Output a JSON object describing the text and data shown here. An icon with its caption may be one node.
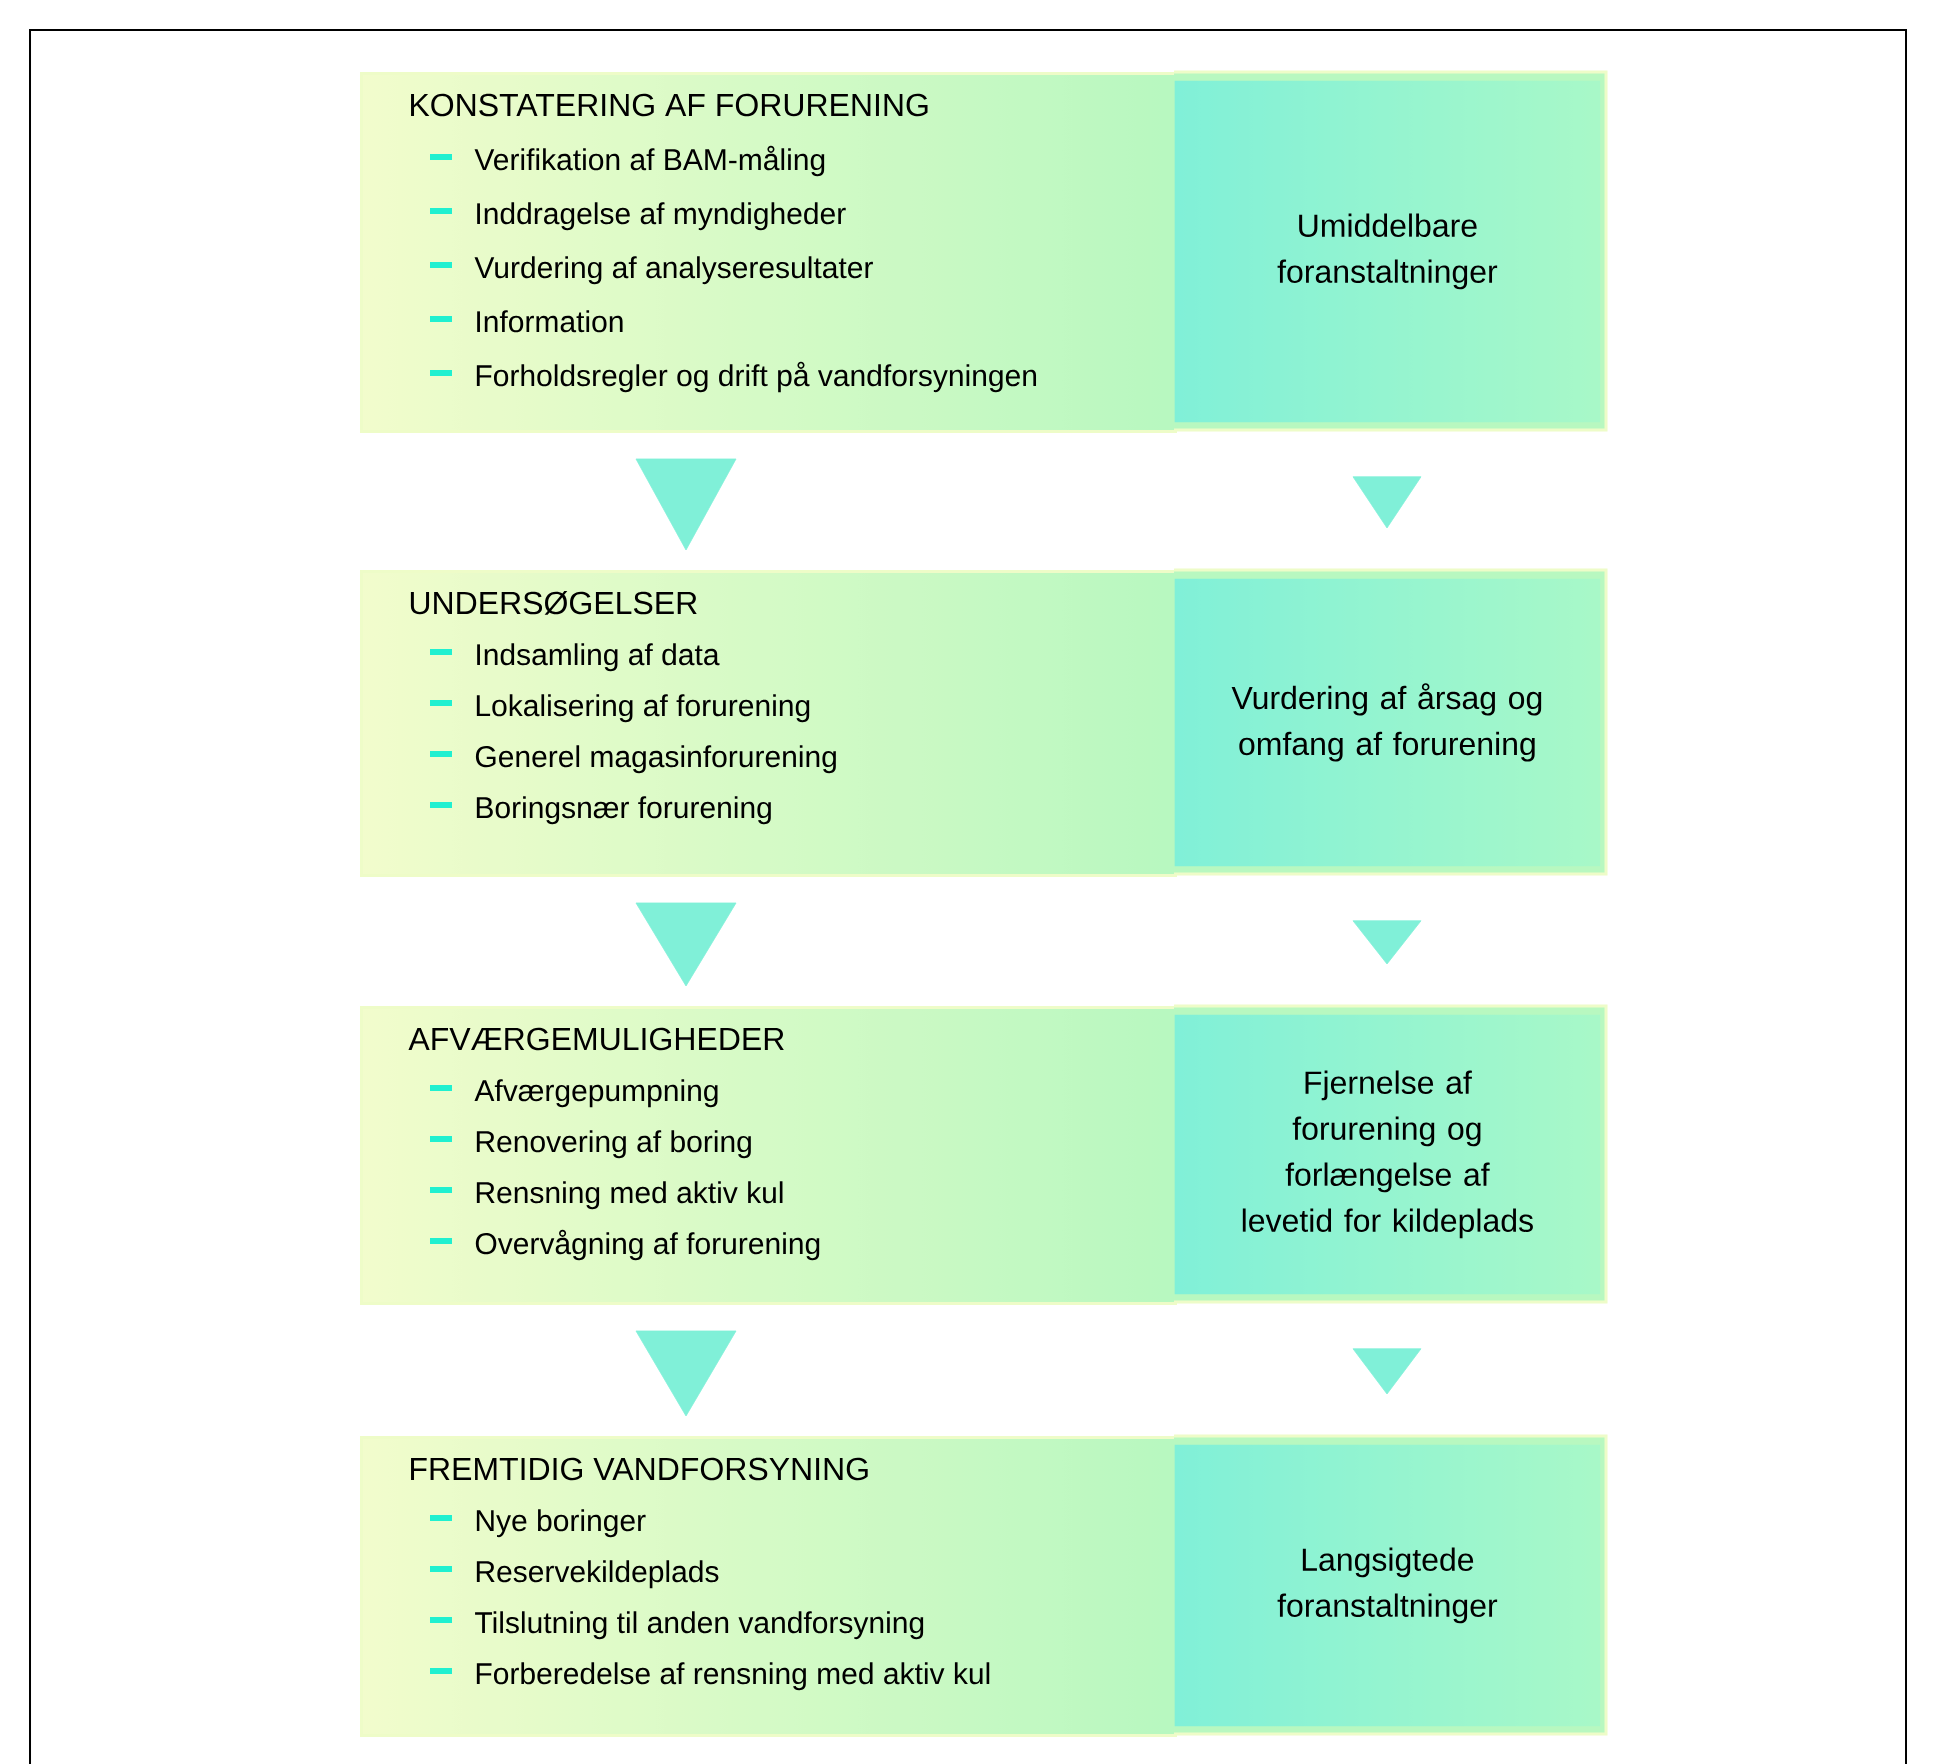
{
  "diagram": {
    "nodes": [
      {
        "text": [
          "KONSTATERING AF FORURENING",
          "Verifikation af BAM-måling",
          "Inddragelse af myndigheder",
          "Vurdering af analyseresultater",
          "Information",
          "Forholdsregler og drift på vandforsyningen"
        ]
      },
      {
        "text": [
          "Umiddelbare foranstaltninger"
        ]
      },
      {
        "text": [
          "UNDERSØGELSER",
          "Indsamling af data",
          "Lokalisering af forurening",
          "Generel magasinforurening",
          "Boringsnær forurening"
        ]
      },
      {
        "text": [
          "Vurdering af årsag og omfang af forurening"
        ]
      },
      {
        "text": [
          "AFVÆRGEMULIGHEDER",
          "Afværgepumpning",
          "Renovering af boring",
          "Rensning med aktiv kul",
          "Overvågning af forurening"
        ]
      },
      {
        "text": [
          "Fjernelse af forurening og forlængelse af levetid for kildeplads"
        ]
      },
      {
        "text": [
          "FREMTIDIG VANDFORSYNING",
          "Nye boringer",
          "Reservekildeplads",
          "Tilslutning til anden vandforsyning",
          "Forberedelse af rensning med aktiv kul"
        ]
      },
      {
        "text": [
          "Langsigtede foranstaltninger"
        ]
      }
    ],
    "edges": [
      {
        "from": 0,
        "to": 2,
        "arrow": "to"
      },
      {
        "from": 1,
        "to": 3,
        "arrow": "to"
      },
      {
        "from": 2,
        "to": 4,
        "arrow": "to"
      },
      {
        "from": 3,
        "to": 5,
        "arrow": "to"
      },
      {
        "from": 4,
        "to": 6,
        "arrow": "to"
      },
      {
        "from": 5,
        "to": 7,
        "arrow": "to"
      }
    ]
  }
}
